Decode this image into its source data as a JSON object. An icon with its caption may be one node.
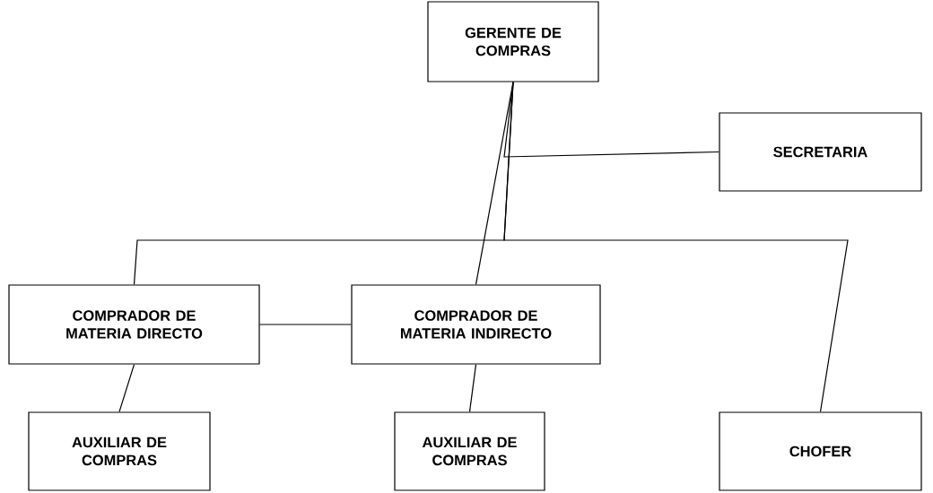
{
  "diagram": {
    "nodes": [
      {
        "text": [
          "GERENTE DE COMPRAS"
        ]
      },
      {
        "text": [
          "SECRETARIA"
        ]
      },
      {
        "text": [
          "COMPRADOR DE MATERIA DIRECTO"
        ]
      },
      {
        "text": [
          "COMPRADOR DE MATERIA INDIRECTO"
        ]
      },
      {
        "text": [
          "AUXILIAR DE COMPRAS"
        ]
      },
      {
        "text": [
          "AUXILIAR DE COMPRAS"
        ]
      },
      {
        "text": [
          "CHOFER"
        ]
      }
    ],
    "edges": [
      {
        "from": 0,
        "to": 1,
        "arrow": "none"
      },
      {
        "from": 0,
        "to": 2,
        "arrow": "none"
      },
      {
        "from": 0,
        "to": 3,
        "arrow": "none"
      },
      {
        "from": 0,
        "to": 6,
        "arrow": "none"
      },
      {
        "from": 2,
        "to": 3,
        "arrow": "none"
      },
      {
        "from": 2,
        "to": 4,
        "arrow": "none"
      },
      {
        "from": 3,
        "to": 5,
        "arrow": "none"
      }
    ]
  }
}
